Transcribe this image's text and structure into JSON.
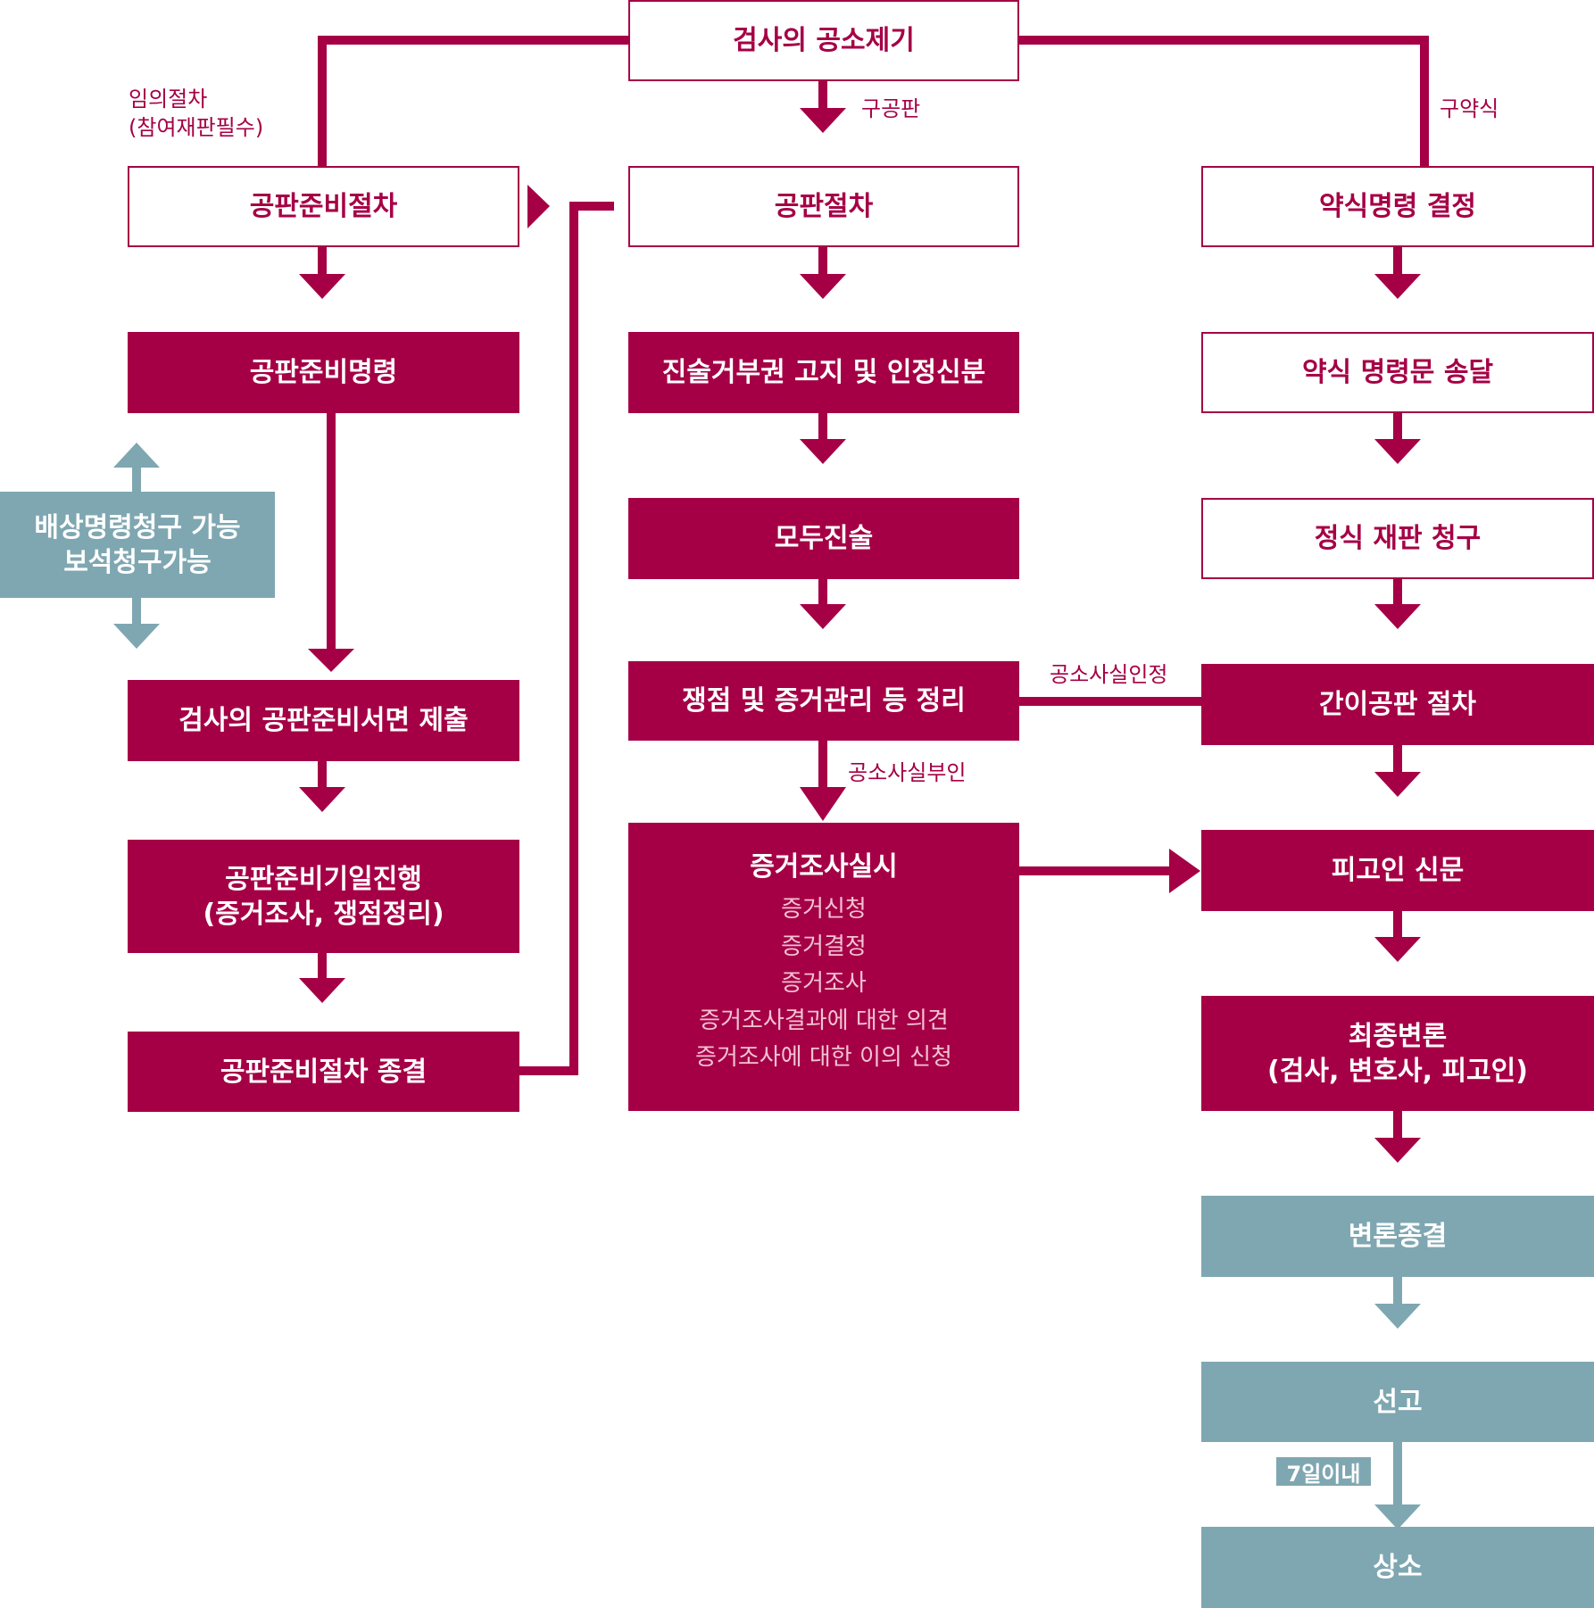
{
  "colors": {
    "primary": "#a50045",
    "teal": "#7fa7b1",
    "background": "#ffffff"
  },
  "top": {
    "indictment": "검사의 공소제기"
  },
  "labels": {
    "voluntary": "임의절차",
    "voluntary_note": "(참여재판필수)",
    "oral_trial": "구공판",
    "summary": "구약식",
    "admit": "공소사실인정",
    "deny": "공소사실부인",
    "within_7_days": "7일이내"
  },
  "left": {
    "prep_procedure": "공판준비절차",
    "prep_order": "공판준비명령",
    "side_note_1": "배상명령청구 가능",
    "side_note_2": "보석청구가능",
    "prosecutor_doc": "검사의 공판준비서면 제출",
    "prep_date_1": "공판준비기일진행",
    "prep_date_2": "(증거조사, 쟁점정리)",
    "prep_end": "공판준비절차 종결"
  },
  "middle": {
    "trial": "공판절차",
    "notice": "진술거부권 고지 및 인정신분",
    "opening": "모두진술",
    "issues": "쟁점 및 증거관리 등 정리",
    "evidence_title": "증거조사실시",
    "evidence_items": [
      "증거신청",
      "증거결정",
      "증거조사",
      "증거조사결과에 대한 의견",
      "증거조사에 대한 이의 신청"
    ]
  },
  "right": {
    "summary_order": "약식명령 결정",
    "summary_delivery": "약식 명령문 송달",
    "formal_request": "정식 재판 청구",
    "simple_trial": "간이공판 절차",
    "examination": "피고인 신문",
    "final_1": "최종변론",
    "final_2": "(검사, 변호사, 피고인)",
    "closing": "변론종결",
    "sentence": "선고",
    "appeal": "상소"
  }
}
